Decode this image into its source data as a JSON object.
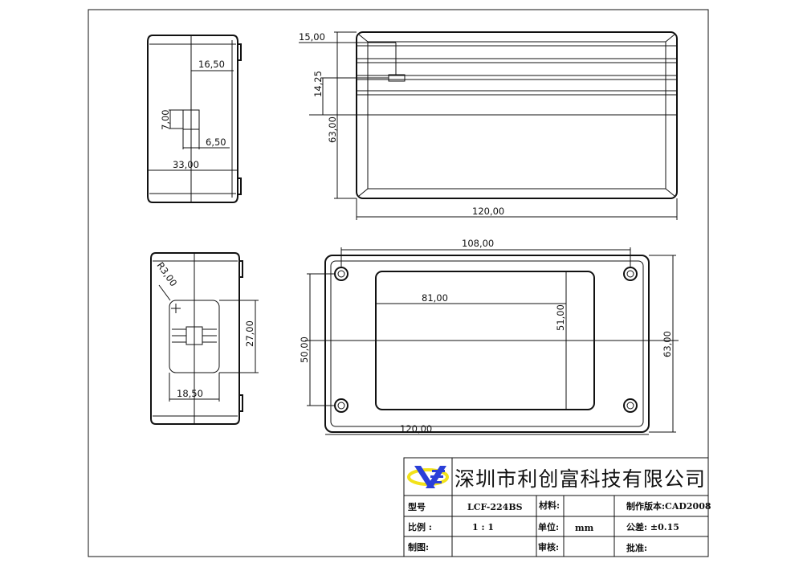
{
  "title_block": {
    "company": "深圳市利创富科技有限公司",
    "model_label": "型号",
    "model_value": "LCF-224BS",
    "material_label": "材料:",
    "version": "制作版本:CAD2008",
    "scale_label": "比例 :",
    "scale_value": "1 : 1",
    "unit_label": "单位:",
    "unit_value": "mm",
    "tolerance": "公差: ±0.15",
    "drawn_label": "制图:",
    "review_label": "审核:",
    "approve_label": "批准:"
  },
  "side_view_top": {
    "dim_width_half": "16,50",
    "dim_slot_h": "7,00",
    "dim_slot_w": "6,50",
    "dim_depth": "33,00"
  },
  "side_view_bottom": {
    "dim_radius": "R3,00",
    "dim_height": "27,00",
    "dim_width": "18,50"
  },
  "top_view": {
    "dim_offset": "15,00",
    "dim_pos": "14,25",
    "dim_height": "63,00",
    "dim_length": "120,00"
  },
  "front_view": {
    "dim_hole_span_x": "108,00",
    "dim_window_w": "81,00",
    "dim_window_h": "51,00",
    "dim_hole_span_y": "50,00",
    "dim_height": "63,00",
    "dim_length": "120,00"
  },
  "colors": {
    "logo_blue": "#2a3fd8",
    "logo_yellow": "#f2e21a"
  }
}
